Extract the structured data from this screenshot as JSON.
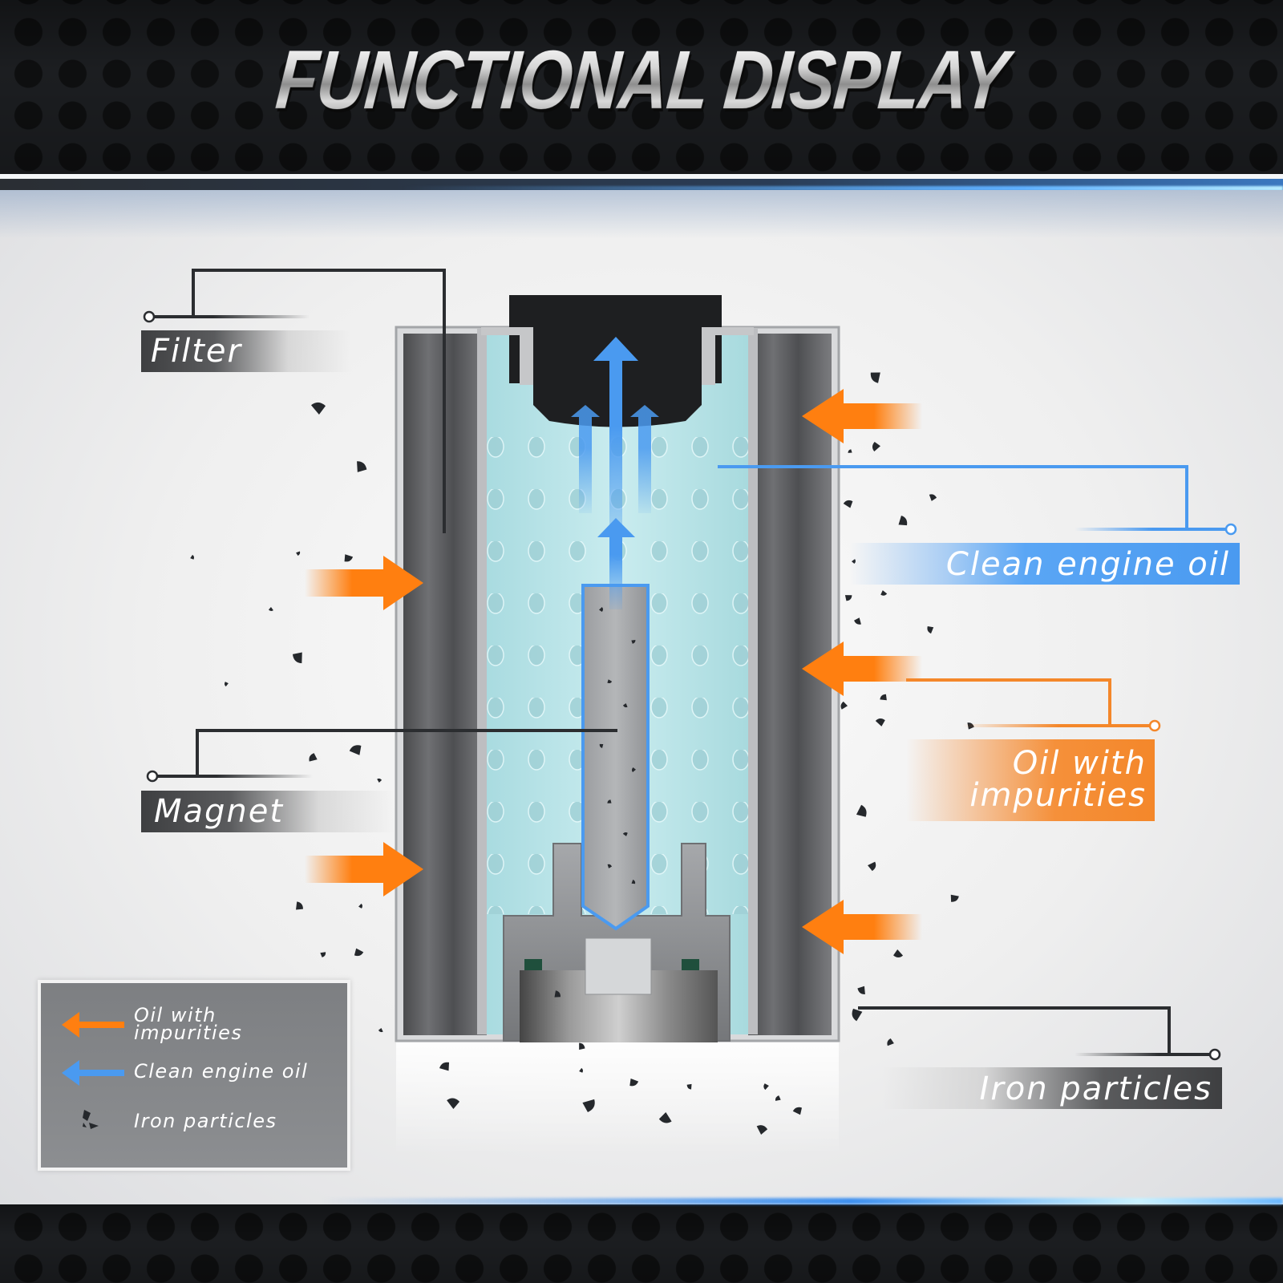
{
  "header": {
    "title": "FUNCTIONAL DISPLAY"
  },
  "callouts": {
    "filter": {
      "label": "Filter",
      "color": "#3e3f41"
    },
    "magnet": {
      "label": "Magnet",
      "color": "#3e3f41"
    },
    "clean_oil": {
      "label": "Clean engine oil",
      "color": "#4a9af0"
    },
    "dirty_oil": {
      "label_line1": "Oil with",
      "label_line2": "impurities",
      "color": "#f4872a"
    },
    "iron": {
      "label": "Iron particles",
      "color": "#3e3f41"
    }
  },
  "legend": {
    "items": [
      {
        "icon": "orange-arrow-left-icon",
        "label_line1": "Oil with",
        "label_line2": "impurities",
        "color": "#ff7f10"
      },
      {
        "icon": "blue-arrow-left-icon",
        "label": "Clean engine oil",
        "color": "#4a9af0"
      },
      {
        "icon": "iron-particles-icon",
        "label": "Iron particles",
        "color": "#25282c"
      }
    ]
  },
  "colors": {
    "orange": "#ff7f10",
    "blue": "#4a9af0",
    "oil_fill": "#bfe6ea",
    "particle": "#25282c",
    "steel": "#a8aaad"
  }
}
